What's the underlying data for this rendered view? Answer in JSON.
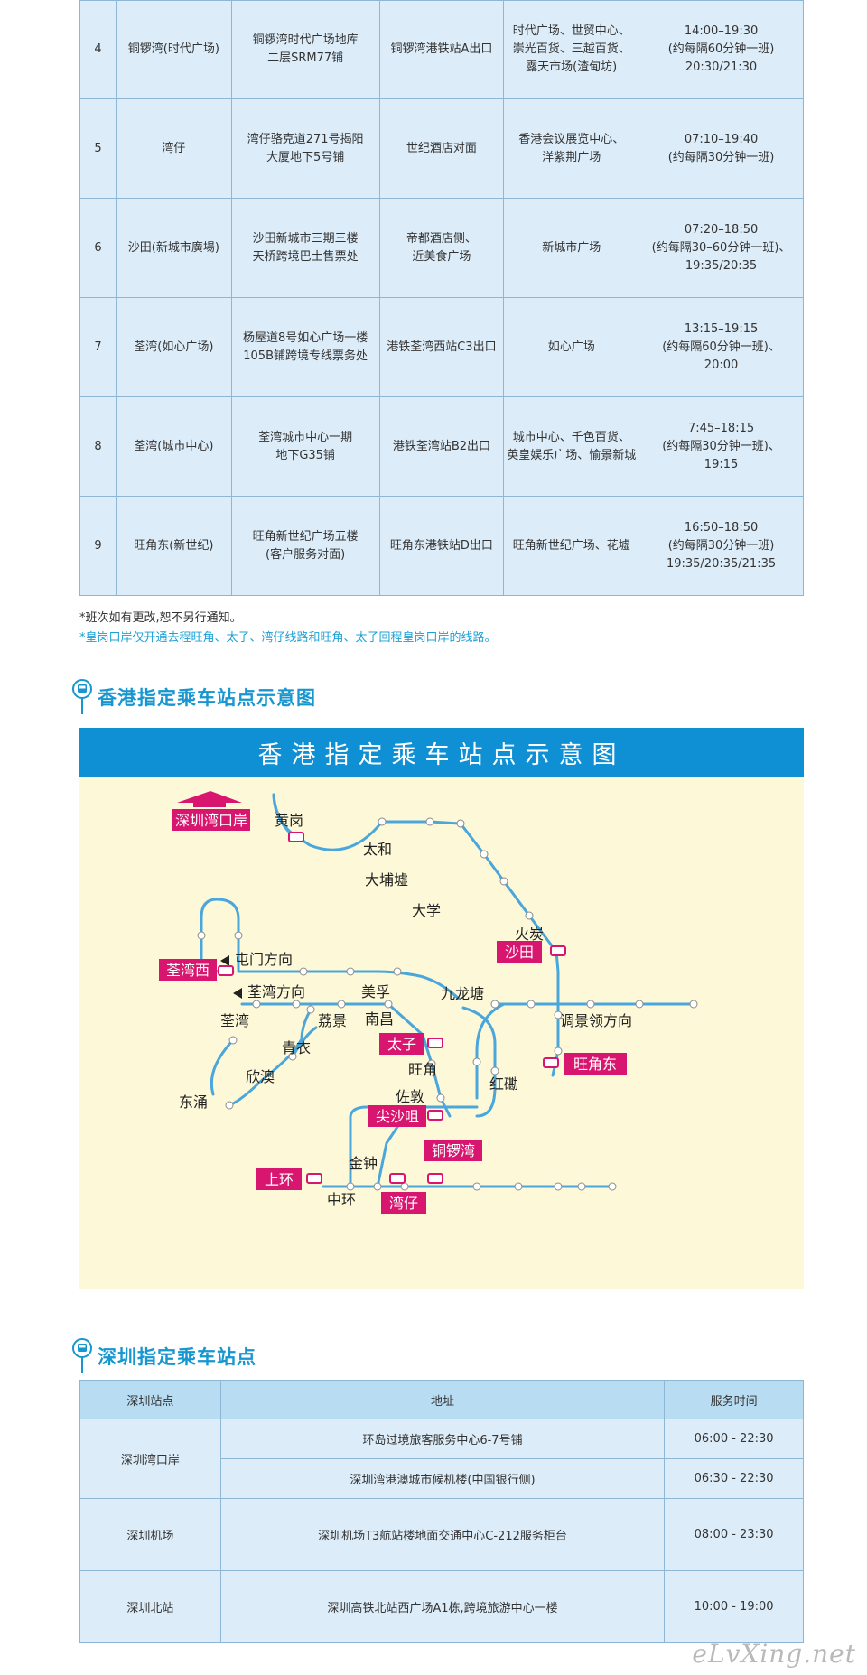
{
  "hk_table": {
    "rows": [
      {
        "no": "4",
        "name": "铜锣湾(时代广场)",
        "location": "铜锣湾时代广场地库\n二层SRM77铺",
        "landmark": "铜锣湾港铁站A出口",
        "nearby": "时代广场、世贸中心、\n崇光百货、三越百货、\n露天市场(渣甸坊)",
        "hours": "14:00–19:30\n(约每隔60分钟一班)\n20:30/21:30"
      },
      {
        "no": "5",
        "name": "湾仔",
        "location": "湾仔骆克道271号揭阳\n大厦地下5号铺",
        "landmark": "世纪酒店对面",
        "nearby": "香港会议展览中心、\n洋紫荆广场",
        "hours": "07:10–19:40\n(约每隔30分钟一班)"
      },
      {
        "no": "6",
        "name": "沙田(新城市廣場)",
        "location": "沙田新城市三期三楼\n天桥跨境巴士售票处",
        "landmark": "帝都酒店侧、\n近美食广场",
        "nearby": "新城市广场",
        "hours": "07:20–18:50\n(约每隔30–60分钟一班)、\n19:35/20:35"
      },
      {
        "no": "7",
        "name": "荃湾(如心广场)",
        "location": "杨屋道8号如心广场一楼\n105B铺跨境专线票务处",
        "landmark": "港铁荃湾西站C3出口",
        "nearby": "如心广场",
        "hours": "13:15–19:15\n(约每隔60分钟一班)、\n20:00"
      },
      {
        "no": "8",
        "name": "荃湾(城市中心)",
        "location": "荃湾城市中心一期\n地下G35铺",
        "landmark": "港铁荃湾站B2出口",
        "nearby": "城市中心、千色百货、\n英皇娱乐广场、愉景新城",
        "hours": "7:45–18:15\n(约每隔30分钟一班)、\n19:15"
      },
      {
        "no": "9",
        "name": "旺角东(新世纪)",
        "location": "旺角新世纪广场五楼\n(客户服务对面)",
        "landmark": "旺角东港铁站D出口",
        "nearby": "旺角新世纪广场、花墟",
        "hours": "16:50–18:50\n(约每隔30分钟一班)\n19:35/20:35/21:35"
      }
    ]
  },
  "notes": {
    "note1": "*班次如有更改,恕不另行通知。",
    "note2": "*皇岗口岸仅开通去程旺角、太子、湾仔线路和旺角、太子回程皇岗口岸的线路。"
  },
  "hk_map_section": {
    "title": "香港指定乘车站点示意图",
    "banner": "香港指定乘车站点示意图",
    "stations_highlight": [
      "深圳湾口岸",
      "沙田",
      "荃湾西",
      "太子",
      "旺角东",
      "尖沙咀",
      "上环",
      "铜锣湾",
      "湾仔"
    ],
    "stations": [
      "黄岗",
      "太和",
      "大埔墟",
      "大学",
      "火炭",
      "屯门方向",
      "荃湾方向",
      "美孚",
      "九龙塘",
      "荃湾",
      "荔景",
      "南昌",
      "调景领方向",
      "青衣",
      "旺角",
      "红磡",
      "欣澳",
      "东涌",
      "佐敦",
      "金钟",
      "中环"
    ]
  },
  "sz_section": {
    "title": "深圳指定乘车站点",
    "headers": [
      "深圳站点",
      "地址",
      "服务时间"
    ],
    "rows": [
      {
        "station": "深圳湾口岸",
        "address": "环岛过境旅客服务中心6-7号铺",
        "hours": "06:00 - 22:30"
      },
      {
        "address": "深圳湾港澳城市候机楼(中国银行侧)",
        "hours": "06:30 - 22:30"
      },
      {
        "station": "深圳机场",
        "address": "深圳机场T3航站楼地面交通中心C-212服务柜台",
        "hours": "08:00 - 23:30"
      },
      {
        "station": "深圳北站",
        "address": "深圳高铁北站西广场A1栋,跨境旅游中心一楼",
        "hours": "10:00 - 19:00"
      }
    ]
  },
  "watermark": "eLvXing.net",
  "colors": {
    "accent": "#1796cf",
    "highlight": "#d8166f",
    "line": "#4aa6db"
  }
}
